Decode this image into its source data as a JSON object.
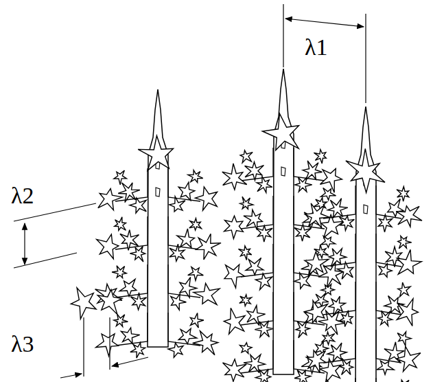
{
  "diagram": {
    "labels": [
      "λ1",
      "λ2",
      "λ3"
    ]
  }
}
